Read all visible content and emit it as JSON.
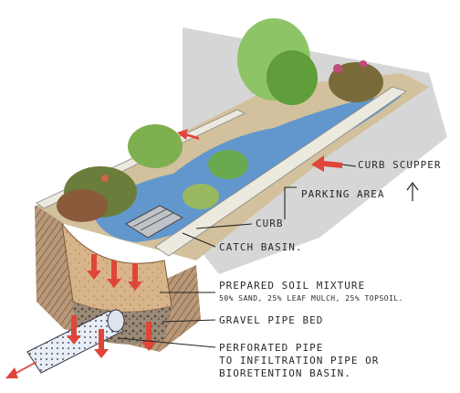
{
  "labels": {
    "curb_scupper": "CURB SCUPPER",
    "parking_area": "PARKING AREA",
    "curb": "CURB",
    "catch_basin": "CATCH BASIN.",
    "prepared_soil": "PREPARED SOIL MIXTURE",
    "prepared_soil_detail": "50% SAND, 25% LEAF MULCH, 25% TOPSOIL.",
    "gravel_pipe_bed": "GRAVEL PIPE BED",
    "perforated_pipe": "PERFORATED PIPE",
    "perforated_pipe_line2": "TO INFILTRATION PIPE OR",
    "perforated_pipe_line3": "BIORETENTION BASIN."
  },
  "colors": {
    "water": "#4f8fd6",
    "soil": "#c9a27a",
    "gravel": "#8a7a6a",
    "flow_arrow": "#e0453a",
    "curb": "#e9e6dc",
    "pavement": "#b8b8b8",
    "foliage": "#6aa84f"
  },
  "icons": [
    "flow-arrow-icon",
    "upward-arrow-icon"
  ]
}
